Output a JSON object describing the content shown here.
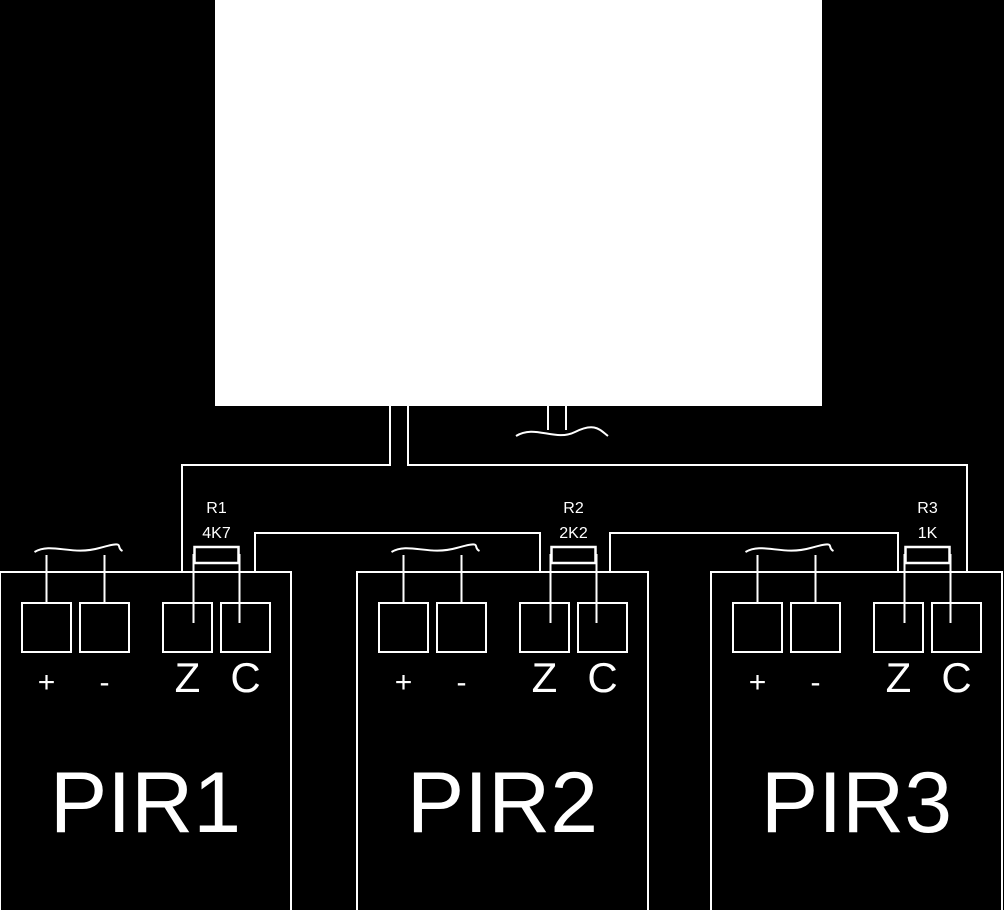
{
  "colors": {
    "background": "#000000",
    "stroke": "#ffffff",
    "panel": "#ffffff"
  },
  "detectors": [
    {
      "name": "PIR1",
      "terminals": [
        "+",
        "-",
        "Z",
        "C"
      ],
      "resistor": {
        "ref": "R1",
        "value": "4K7"
      }
    },
    {
      "name": "PIR2",
      "terminals": [
        "+",
        "-",
        "Z",
        "C"
      ],
      "resistor": {
        "ref": "R2",
        "value": "2K2"
      }
    },
    {
      "name": "PIR3",
      "terminals": [
        "+",
        "-",
        "Z",
        "C"
      ],
      "resistor": {
        "ref": "R3",
        "value": "1K"
      }
    }
  ]
}
